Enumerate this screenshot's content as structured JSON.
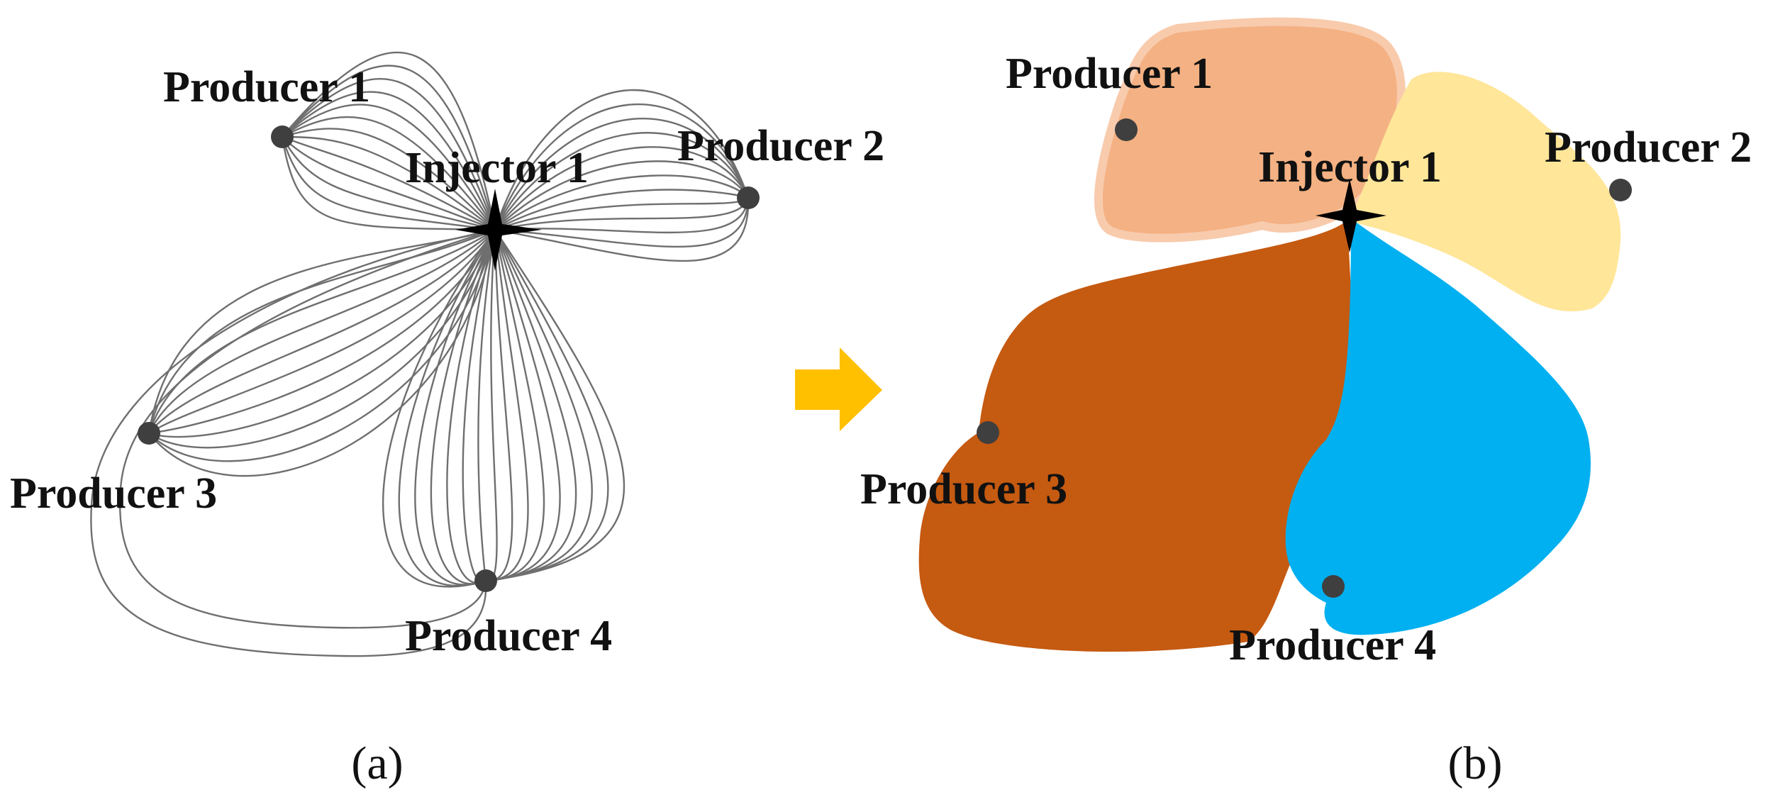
{
  "panels": {
    "a": {
      "label": "(a)",
      "injector_label": "Injector 1",
      "producer_labels": [
        "Producer 1",
        "Producer 2",
        "Producer 3",
        "Producer 4"
      ]
    },
    "b": {
      "label": "(b)",
      "injector_label": "Injector 1",
      "producer_labels": [
        "Producer 1",
        "Producer 2",
        "Producer 3",
        "Producer 4"
      ]
    }
  },
  "colors": {
    "streamline": "#6f6f6f",
    "well_marker": "#3f3f3f",
    "injector_marker": "#000000",
    "arrow": "#ffc000",
    "region_producer_1": "#f4b183",
    "region_producer_2": "#ffe699",
    "region_producer_3": "#c55a11",
    "region_producer_4": "#00b0f0"
  }
}
